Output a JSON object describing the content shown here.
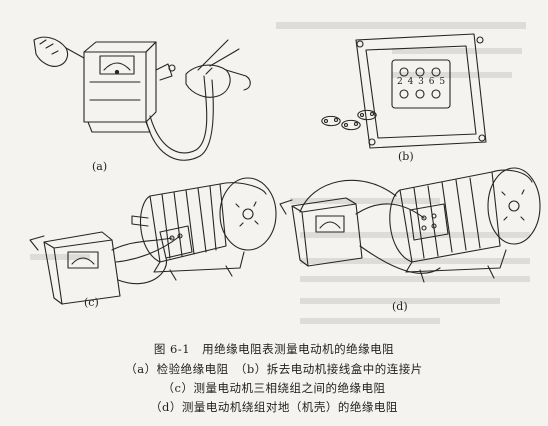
{
  "figure": {
    "panels": [
      {
        "id": "a",
        "label": "(a)"
      },
      {
        "id": "b",
        "label": "(b)"
      },
      {
        "id": "c",
        "label": "(c)"
      },
      {
        "id": "d",
        "label": "(d)"
      }
    ],
    "terminal_box_label": "2 4 3 6 5"
  },
  "caption": {
    "title": "图 6-1　用绝缘电阻表测量电动机的绝缘电阻",
    "line_ab": "（a）检验绝缘电阻　（b）拆去电动机接线盒中的连接片",
    "line_c": "（c）测量电动机三相绕组之间的绝缘电阻",
    "line_d": "（d）测量电动机绕组对地（机壳）的绝缘电阻"
  }
}
